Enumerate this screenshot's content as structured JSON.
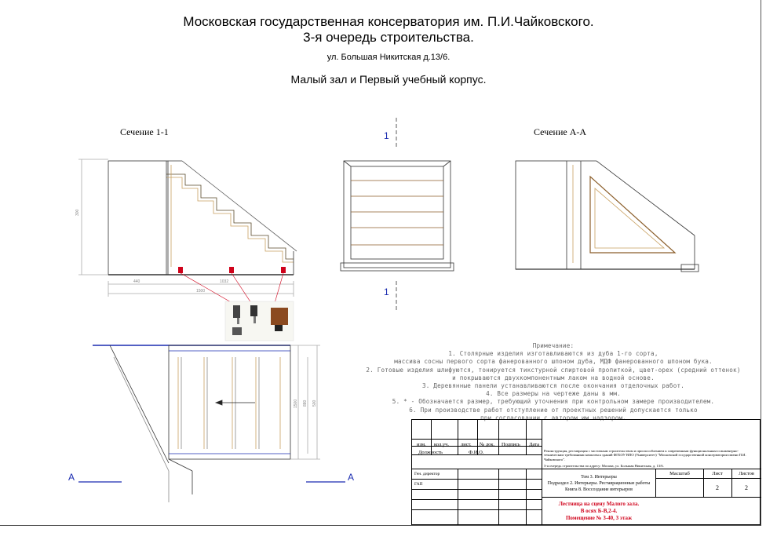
{
  "header": {
    "line1": "Московская государственная консерватория им. П.И.Чайковского.",
    "line2": "3-я очередь строительства.",
    "address": "ул. Большая Никитская д.13/6.",
    "building": "Малый зал и Первый учебный корпус."
  },
  "labels": {
    "section_1_1": "Сечение 1-1",
    "section_a_a": "Сечение А-А",
    "mark_1_top": "1",
    "mark_1_bottom": "1",
    "mark_a_left": "А",
    "mark_a_right": "А"
  },
  "dimensions": {
    "left_height": "300",
    "bottom_left": "440",
    "bottom_mid": "1032",
    "bottom_total": "1500",
    "plan_v1": "1500",
    "plan_v2": "880",
    "plan_v3": "500"
  },
  "notes": {
    "heading": "Примечание:",
    "lines": [
      "1. Столярные изделия изготавливаются из дуба 1-го сорта,",
      "массива сосны первого сорта фанерованного шпоном дуба, МДФ фанерованного шпоном бука.",
      "2. Готовые изделия шлифуются, тонируется тикстурной спиртовой пропиткой, цвет-орех (средний оттенок)",
      "и покрываются двухкомпонентным лаком на водной основе.",
      "3. Деревянные панели устанавливаются после окончания отделочных работ.",
      "4. Все размеры на чертеже даны в мм.",
      "5. * - Обозначается размер, требующий уточнения при контрольном замере производителем.",
      "6. При производстве работ отступление от проектных решений допускается только",
      "при согласовании с автором им надзором."
    ]
  },
  "title_block": {
    "col_headers": [
      "изм.",
      "кол.уч.",
      "лист.",
      "№ док.",
      "Подпись",
      "Дата"
    ],
    "row_position": "Должность",
    "row_name": "Ф.И.О.",
    "role_1": "Ген. директор",
    "role_2": "ГАП",
    "project_desc": "Реконструкция, реставрация с частичным строительством и приспособлением к современным функциональным и инженерно-техническим требованиям комплекса зданий ФГБОУ ВПО (Университет) \"Московской государственной консерватории имени П.И. Чайковского\".",
    "project_desc2": "3-я очередь строительства по адресу: Москва, ул. Большая Никитская, д. 13/6.",
    "volume": "Том 3. Интерьеры",
    "subsection": "Подраздел 2. Интерьеры. Реставрационные работы",
    "book": "Книга 8. Воссоздание интерьеров",
    "scale_label": "Масштаб",
    "sheet_label": "Лист",
    "sheets_label": "Листов",
    "sheet_value": "2",
    "sheets_value": "2",
    "drawing_title_1": "Лестница на сцену Малого зала.",
    "drawing_title_2": "В осях Б-В,2-4.",
    "drawing_title_3": "Помещение № 3-40, 3 этаж"
  }
}
